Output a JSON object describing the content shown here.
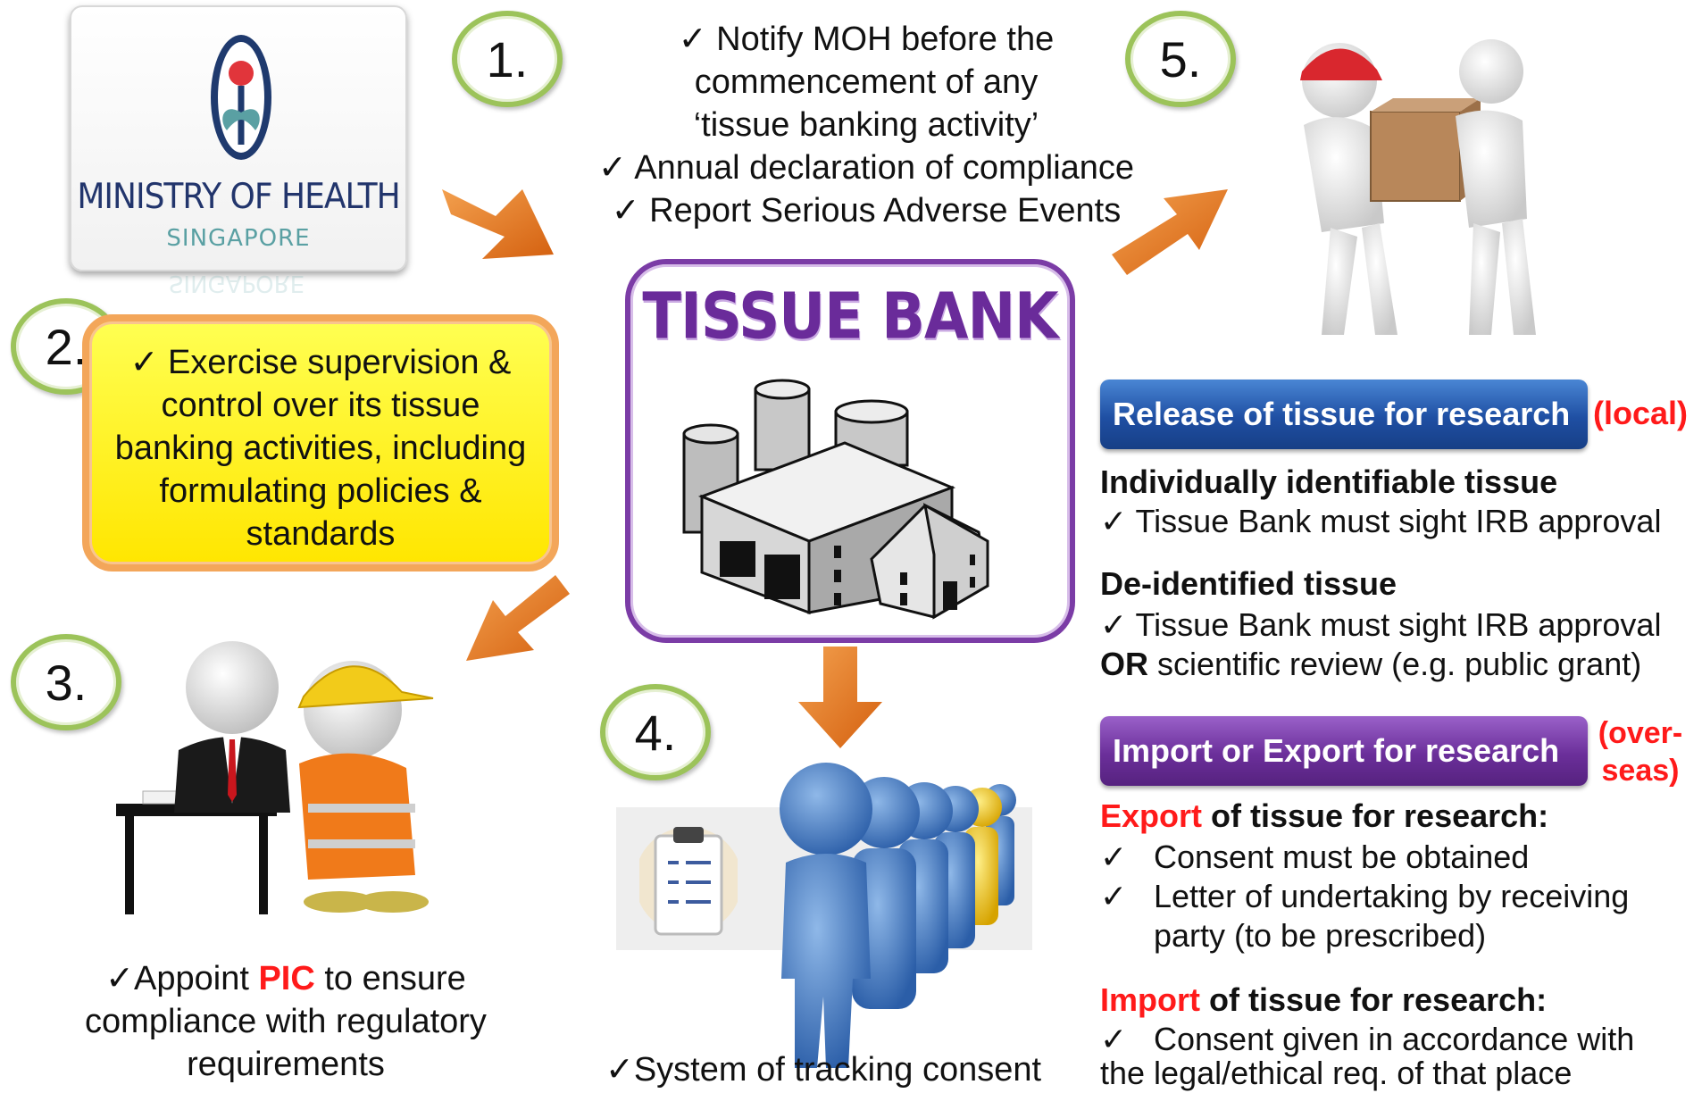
{
  "numbers": [
    "1.",
    "2.",
    "3.",
    "4.",
    "5."
  ],
  "moh": {
    "title": "MINISTRY OF HEALTH",
    "subtitle": "SINGAPORE"
  },
  "step1": {
    "lines": [
      "✓ Notify MOH before the",
      "commencement of any",
      "‘tissue banking activity’",
      "✓ Annual declaration of compliance",
      "✓ Report Serious Adverse Events"
    ]
  },
  "step2": {
    "lines": [
      "✓ Exercise supervision &",
      "control over its tissue",
      "banking activities, including",
      "formulating policies &",
      "standards"
    ]
  },
  "center": {
    "title": "TISSUE BANK"
  },
  "step3": {
    "check": "✓Appoint ",
    "highlight": "PIC",
    "rest": " to ensure",
    "line2": "compliance with regulatory",
    "line3": "requirements"
  },
  "step4": {
    "caption": "✓System of tracking consent"
  },
  "release": {
    "button": "Release of tissue for research",
    "tag": "(local)",
    "h1": "Individually identifiable tissue",
    "l1": "✓ Tissue Bank must sight IRB approval",
    "h2": "De-identified tissue",
    "l2": "✓ Tissue Bank must sight IRB approval",
    "l3_bold": "OR",
    "l3_rest": " scientific review (e.g. public grant)"
  },
  "importexport": {
    "button": "Import or Export for research",
    "tag1": "(over-",
    "tag2": "seas)",
    "export_red": "Export",
    "export_rest": " of tissue for research:",
    "e1_check": "✓",
    "e1": "Consent must be obtained",
    "e2_check": "✓",
    "e2": "Letter of undertaking by receiving",
    "e2b": "party (to be prescribed)",
    "import_red": "Import",
    "import_rest": " of tissue for research:",
    "i1_check": "✓",
    "i1": "Consent given in accordance with",
    "i2": "the legal/ethical req. of that place"
  },
  "colors": {
    "arrow": "#e8731c",
    "purple": "#6a2b9a",
    "blue": "#1f4fa3",
    "red": "#ff1a1a",
    "yellow": "#ffee00",
    "green": "#9cc35a"
  }
}
